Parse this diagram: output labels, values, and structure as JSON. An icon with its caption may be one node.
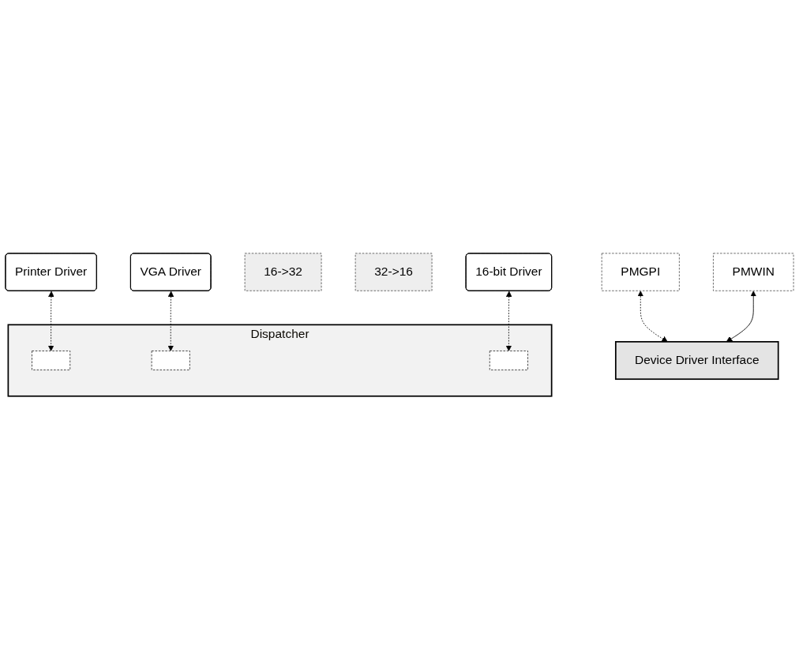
{
  "diagram": {
    "nodes": [
      {
        "text": [
          "PMGPI"
        ]
      },
      {
        "text": [
          "PMWIN"
        ]
      },
      {
        "text": [
          "16->32"
        ]
      },
      {
        "text": [
          "Device Driver Interface"
        ]
      },
      {
        "text": [
          "32->16"
        ]
      },
      {
        "text": [
          "VGA Driver"
        ]
      },
      {
        "text": [
          "Printer Driver"
        ]
      },
      {
        "text": [
          "Dispatcher"
        ]
      },
      {
        "text": [],
        "shape": "box",
        "in": 7
      },
      {
        "text": [],
        "shape": "box",
        "in": 7
      },
      {
        "text": [],
        "shape": "box",
        "in": 7
      },
      {
        "text": [
          "16-bit Driver"
        ]
      }
    ],
    "edges": [
      {
        "from": 0,
        "to": 3,
        "arrow": "both",
        "style": "dashed"
      },
      {
        "from": 1,
        "to": 3,
        "arrow": "both"
      },
      {
        "from": 5,
        "to": 9,
        "arrow": "both",
        "style": "dashed"
      },
      {
        "from": 6,
        "to": 8,
        "arrow": "both",
        "style": "dashed"
      },
      {
        "from": 11,
        "to": 10,
        "arrow": "both",
        "style": "dashed"
      }
    ]
  }
}
